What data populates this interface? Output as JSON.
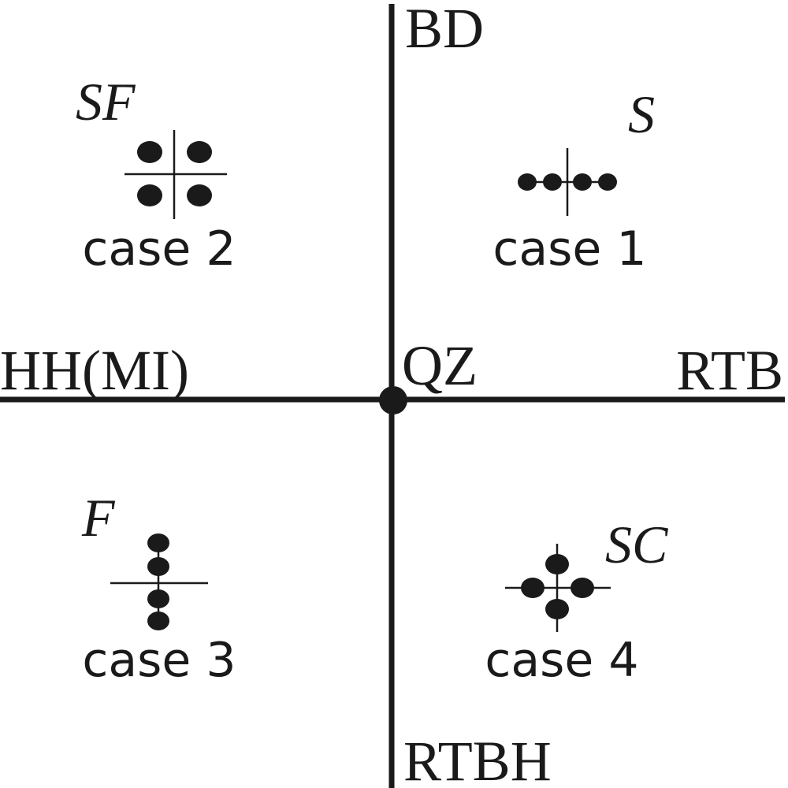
{
  "axes": {
    "top_label": "BD",
    "left_label": "HH(MI)",
    "right_label": "RTB",
    "bottom_label": "RTBH",
    "origin_label": "QZ"
  },
  "quadrants": {
    "top_right": {
      "region": "S",
      "case": "case 1"
    },
    "top_left": {
      "region": "SF",
      "case": "case 2"
    },
    "bottom_left": {
      "region": "F",
      "case": "case 3"
    },
    "bottom_right": {
      "region": "SC",
      "case": "case 4"
    }
  },
  "colors": {
    "ink": "#1a1a1a",
    "background": "#ffffff"
  }
}
